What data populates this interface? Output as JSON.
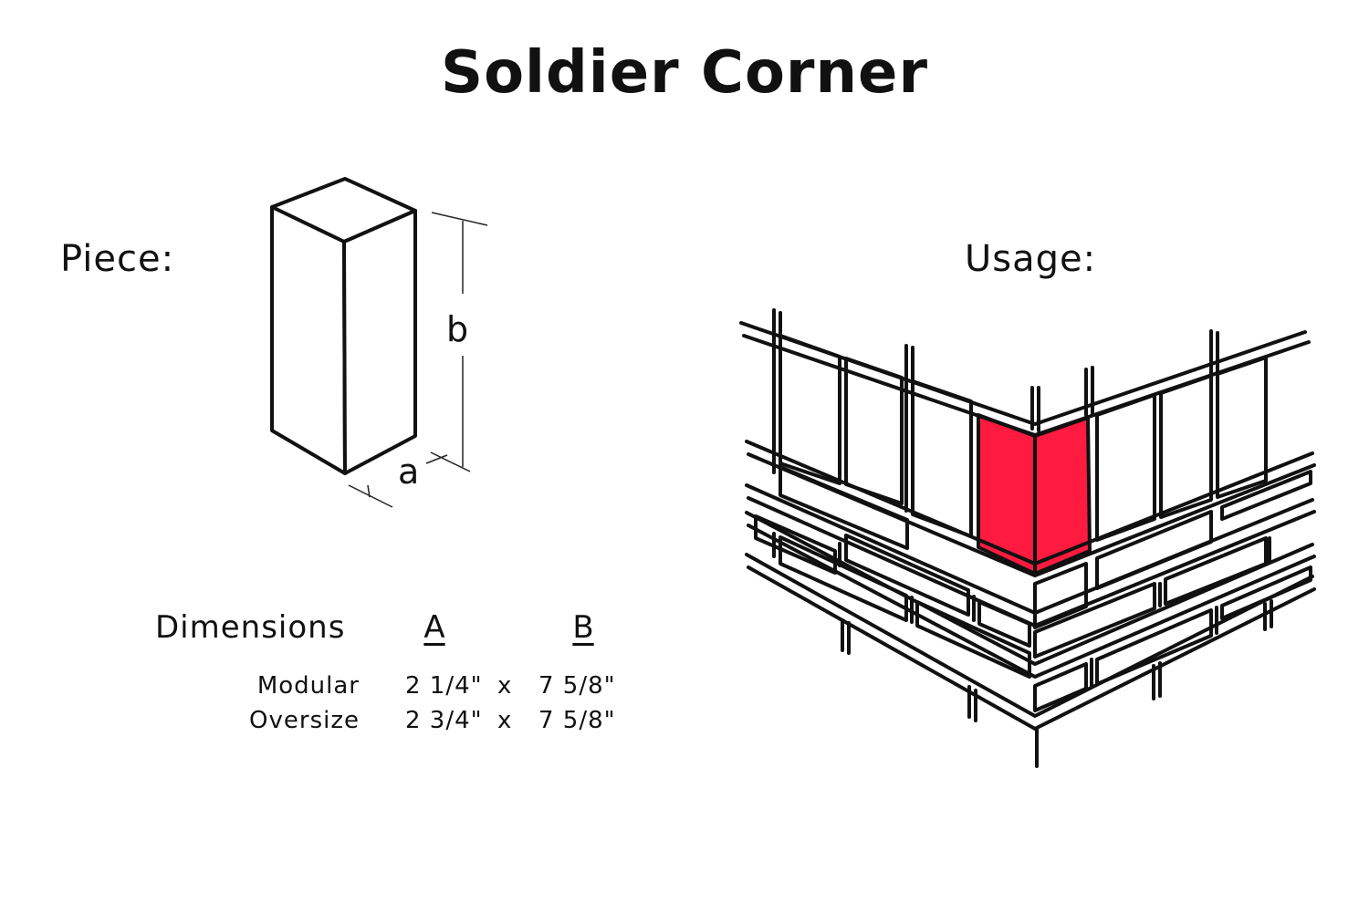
{
  "title": "Soldier Corner",
  "piece_label": "Piece:",
  "usage_label": "Usage:",
  "diagram_labels": {
    "a": "a",
    "b": "b"
  },
  "dimensions": {
    "heading": "Dimensions",
    "col_a": "A",
    "col_b": "B",
    "separator": "x",
    "rows": [
      {
        "name": "Modular",
        "a": "2 1/4\"",
        "b": "7 5/8\""
      },
      {
        "name": "Oversize",
        "a": "2 3/4\"",
        "b": "7 5/8\""
      }
    ]
  },
  "colors": {
    "highlight": "#ff1a40",
    "line": "#111111"
  },
  "icons": {
    "piece": "soldier-brick-isometric-icon",
    "usage": "brick-wall-corner-icon"
  }
}
